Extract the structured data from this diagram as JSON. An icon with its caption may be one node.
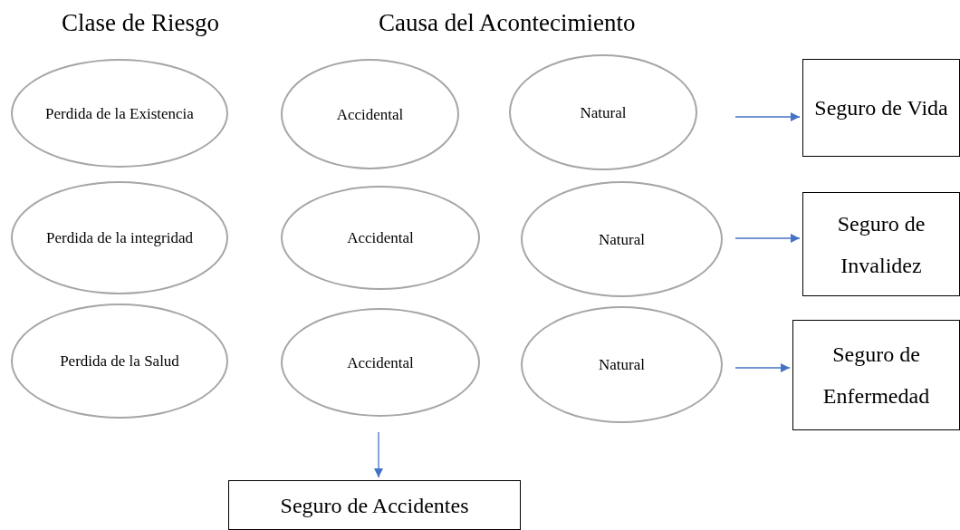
{
  "diagram": {
    "nodes": [
      {
        "text": [
          "Perdida de la Existencia"
        ]
      },
      {
        "text": [
          "Accidental"
        ]
      },
      {
        "text": [
          "Natural"
        ]
      },
      {
        "text": [
          "Seguro de Vida"
        ]
      },
      {
        "text": [
          "Perdida de la integridad"
        ]
      },
      {
        "text": [
          "Accidental"
        ]
      },
      {
        "text": [
          "Natural"
        ]
      },
      {
        "text": [
          "Seguro de Invalidez"
        ]
      },
      {
        "text": [
          "Perdida de la Salud"
        ]
      },
      {
        "text": [
          "Accidental"
        ]
      },
      {
        "text": [
          "Natural"
        ]
      },
      {
        "text": [
          "Seguro de Enfermedad"
        ]
      },
      {
        "text": [
          "Seguro de Accidentes"
        ]
      }
    ],
    "edges": [
      {
        "from": null,
        "to": 3,
        "arrow": "to"
      },
      {
        "from": null,
        "to": 7,
        "arrow": "to"
      },
      {
        "from": null,
        "to": 11,
        "arrow": "to"
      },
      {
        "from": null,
        "to": 12,
        "arrow": "to"
      }
    ],
    "labels": [
      "Clase de Riesgo",
      "Causa del Acontecimiento"
    ]
  }
}
